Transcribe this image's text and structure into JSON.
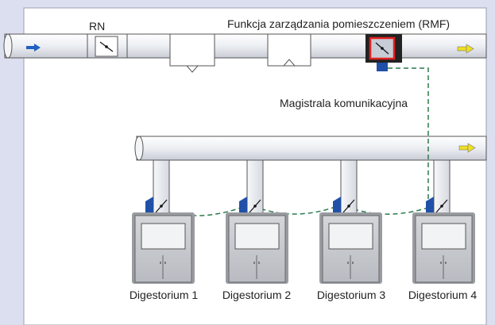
{
  "labels": {
    "rn": "RN",
    "rmf": "Funkcja zarządzania pomieszczeniem (RMF)",
    "bus": "Magistrala komunikacyjna"
  },
  "hoods": [
    {
      "label": "Digestorium 1"
    },
    {
      "label": "Digestorium 2"
    },
    {
      "label": "Digestorium 3"
    },
    {
      "label": "Digestorium 4"
    }
  ],
  "colors": {
    "background": "#dcdff0",
    "panel": "#ffffff",
    "duct": "#eef0f4",
    "supply_arrow": "#2060c0",
    "exhaust_arrow": "#f0e020",
    "actuator": "#2050a8",
    "controller_highlight": "#e02020",
    "bus_line": "#2a7a4a"
  }
}
